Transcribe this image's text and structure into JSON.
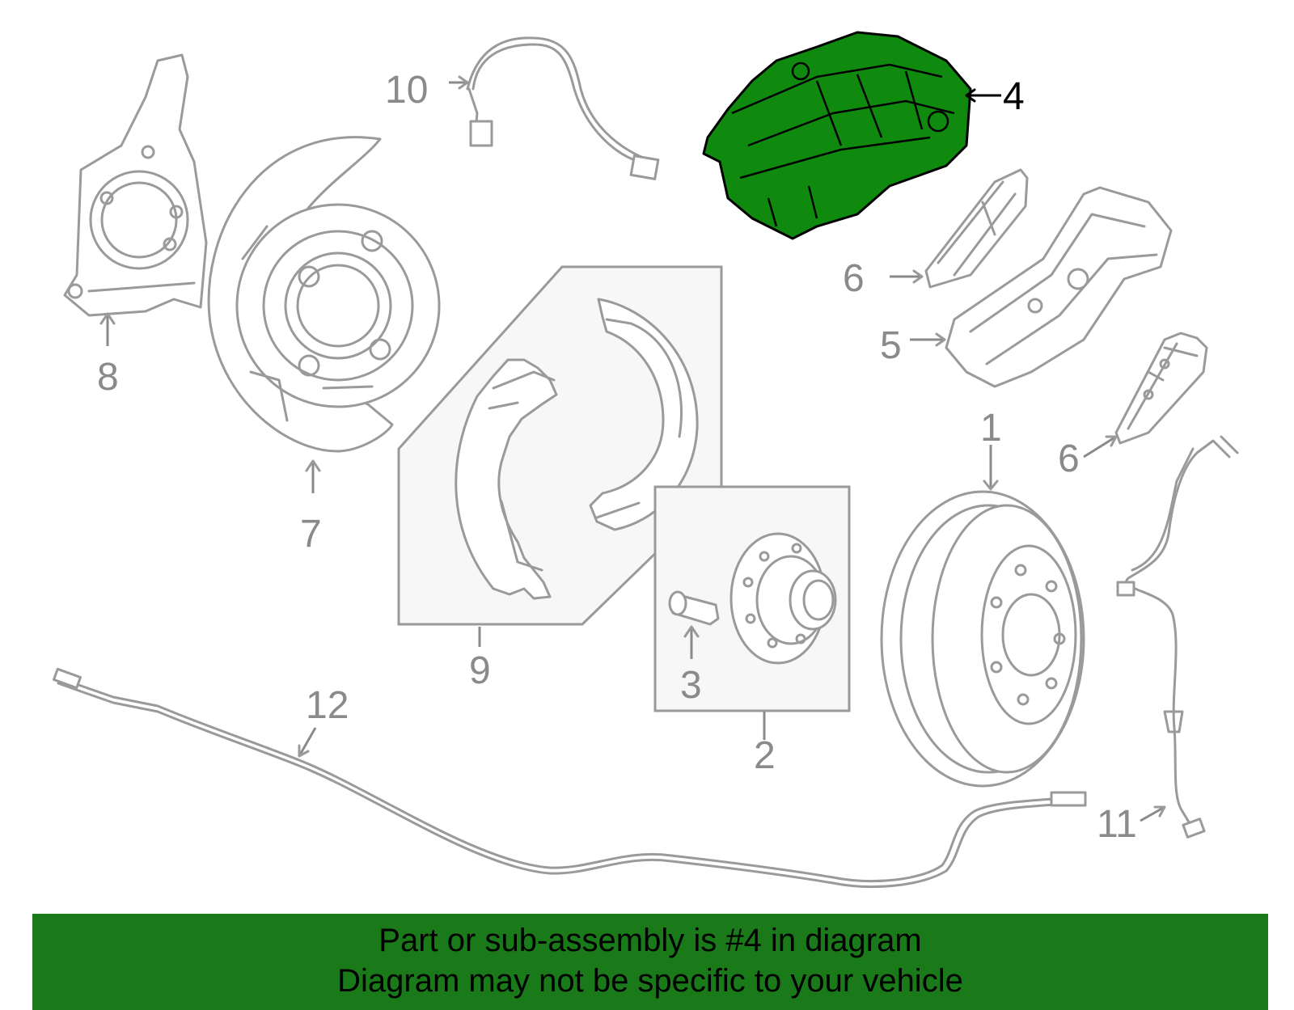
{
  "callouts": {
    "c1": "1",
    "c2": "2",
    "c3": "3",
    "c4": "4",
    "c5": "5",
    "c6a": "6",
    "c6b": "6",
    "c7": "7",
    "c8": "8",
    "c9": "9",
    "c10": "10",
    "c11": "11",
    "c12": "12"
  },
  "highlight": {
    "part": "4",
    "color": "#0f8a0f"
  },
  "banner": {
    "line1": "Part or sub-assembly is #4 in diagram",
    "line2": "Diagram may not be specific to your vehicle",
    "color": "#1a7a1a"
  }
}
